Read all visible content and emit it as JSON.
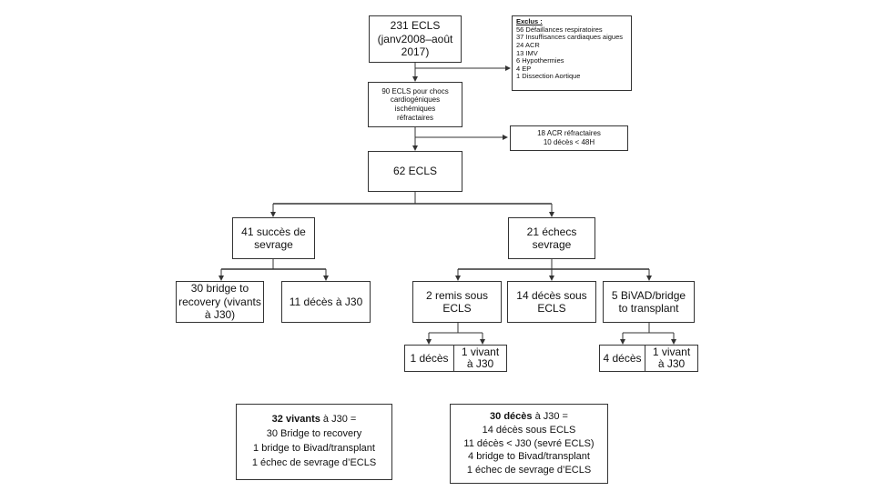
{
  "nodes": {
    "total": [
      "231 ECLS",
      "(janv2008–août",
      "2017)"
    ],
    "exclus": {
      "title": "Exclus :",
      "items": [
        "56 Défaillances respiratoires",
        "37 Insuffisances cardiaques aigues",
        "24 ACR",
        "13 IMV",
        "6 Hypothermies",
        "4 EP",
        "1 Dissection Aortique"
      ]
    },
    "chocs": [
      "90 ECLS pour chocs",
      "cardiogéniques",
      "ischémiques",
      "réfractaires"
    ],
    "acr": [
      "18 ACR réfractaires",
      "10 décès < 48H"
    ],
    "ecls62": "62 ECLS",
    "succes": [
      "41 succès de",
      "sevrage"
    ],
    "echecs": [
      "21 échecs",
      "sevrage"
    ],
    "bridge_recovery": [
      "30 bridge to",
      "recovery (vivants",
      "à J30)"
    ],
    "deces11": "11 décès à J30",
    "remis": [
      "2 remis sous",
      "ECLS"
    ],
    "deces14": [
      "14 décès sous",
      "ECLS"
    ],
    "bivad": [
      "5 BiVAD/bridge",
      "to transplant"
    ],
    "remis_deces": "1 décès",
    "remis_vivant": [
      "1 vivant",
      "à J30"
    ],
    "bivad_deces": "4 décès",
    "bivad_vivant": [
      "1 vivant",
      "à J30"
    ]
  },
  "summary_left": {
    "bold": "32 vivants",
    "rest": " à J30 =",
    "lines": [
      "30 Bridge to recovery",
      "1 bridge to Bivad/transplant",
      "1 échec de sevrage d’ECLS"
    ]
  },
  "summary_right": {
    "bold": "30 décès",
    "rest": " à J30 =",
    "lines": [
      "14 décès sous ECLS",
      "11 décès < J30 (sevré ECLS)",
      "4 bridge to Bivad/transplant",
      "1 échec de sevrage d’ECLS"
    ]
  }
}
